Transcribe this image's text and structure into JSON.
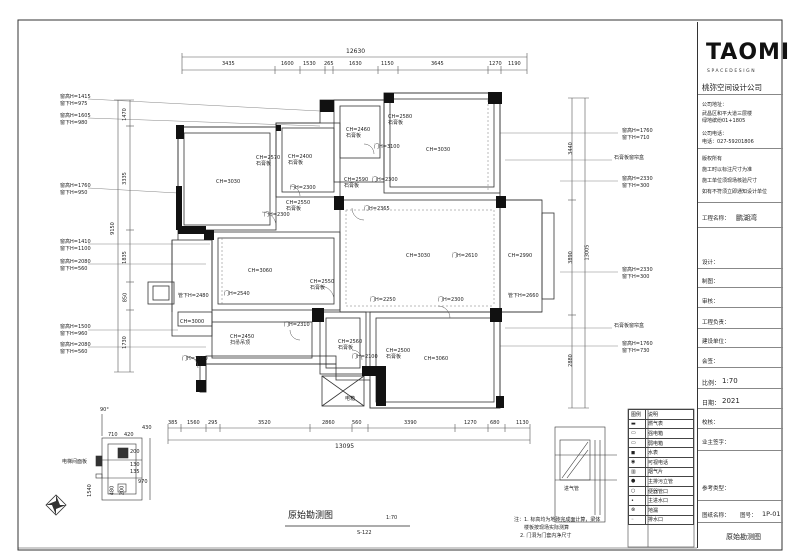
{
  "company": {
    "logo": "TAOMI",
    "logo_sub": "SPACEDESIGN",
    "name": "桃弥空间设计公司",
    "address_label": "公司地址：",
    "address_1": "武昌区和平大道三层楼",
    "address_2": "绿地缤纷01+1805",
    "phone_label": "公司电话：",
    "phone": "电话：027-59201806",
    "rights_label": "版权所有",
    "rights_1": "施工时以标注尺寸为准",
    "rights_2": "施工单位须现场核验尺寸",
    "rights_3": "如有不符须立即通知设计单位"
  },
  "fields": {
    "project_label": "工程名称：",
    "project_value": "鹏湖湾",
    "design_label": "设计：",
    "draw_label": "制图：",
    "review_label": "审核：",
    "lead_label": "工程负责：",
    "client_label": "建设单位：",
    "sign_label": "会签：",
    "scale_label": "比例：",
    "scale_value": "1:70",
    "date_label": "日期：",
    "date_value": "2021",
    "check_label": "校核：",
    "qty_label": "业主签字：",
    "ref_label": "参考类型：",
    "drawing_name_label": "图纸名称：",
    "drawing_no_label": "图号：",
    "drawing_no": "1P-01",
    "drawing_title": "原始勘测图"
  },
  "title": {
    "main": "原始勘测图",
    "scale": "1:70",
    "sub": "S-122"
  },
  "notes": {
    "n1": "注：1. 标高均为地砖完成面计算，梁体",
    "n2": "楼板按现场实际测算",
    "n3": "2. 门洞为门套内净尺寸"
  },
  "legend": {
    "header_a": "图例",
    "header_b": "说明",
    "items": [
      "燃气表",
      "强电箱",
      "弱电箱",
      "水表",
      "可视电话",
      "烟气片",
      "主排污立管",
      "便器管口",
      "主进水口",
      "地漏",
      "排水口"
    ]
  },
  "dims_top": {
    "total": "12630",
    "parts": [
      "3435",
      "1600",
      "1530",
      "265",
      "1630",
      "1150",
      "3645",
      "1270",
      "1190"
    ]
  },
  "dims_bottom": {
    "total": "13095",
    "parts": [
      "385",
      "1560",
      "295",
      "3520",
      "2860",
      "560",
      "3390",
      "1270",
      "680",
      "1130"
    ]
  },
  "dims_left": [
    "1470",
    "3335",
    "9150",
    "1835",
    "850",
    "1730"
  ],
  "dims_right": [
    "3440",
    "3890",
    "13005",
    "2880"
  ],
  "left_notes": [
    "窗高H=1415",
    "窗下H=975",
    "窗高H=1605",
    "窗下H=980",
    "窗高H=1760",
    "窗下H=950",
    "窗高H=1410",
    "窗下H=1100",
    "窗高H=2080",
    "窗下H=560",
    "窗高H=1500",
    "窗下H=960",
    "窗高H=2080",
    "窗下H=560"
  ],
  "right_notes": [
    "窗高H=1760",
    "窗下H=710",
    "石膏板窗帘盒",
    "窗高H=2330",
    "窗下H=300",
    "窗高H=2330",
    "窗下H=300",
    "石膏板窗帘盒",
    "窗高H=1760",
    "窗下H=730"
  ],
  "rooms": {
    "ch3030a": "CH=3030",
    "ch3030b": "CH=3030",
    "ch3030c": "CH=3030",
    "ch2990": "CH=2990",
    "ch3060a": "CH=3060",
    "ch3060b": "CH=3060",
    "ch3000": "CH=3000",
    "ch2460": "CH=2460",
    "ch2580": "CH=2580",
    "ch2570": "CH=2570",
    "ch2400": "CH=2400",
    "ch2590": "CH=2590",
    "ch2550a": "CH=2550",
    "ch2550b": "CH=2550",
    "ch2450": "CH=2450",
    "ch2560": "CH=2560",
    "ch2500": "CH=2500",
    "gypsum": "石膏板",
    "storage": "扫帚吊顶"
  },
  "doors": {
    "d3100": "门H=3100",
    "d2300a": "门H=2300",
    "d2300b": "门H=2300",
    "d2300c": "门H=2300",
    "d2365": "门H=2365",
    "d2480": "管下H=2480",
    "d2540": "门H=2540",
    "d2610": "门H=2610",
    "d2250": "门H=2250",
    "d2300d": "门H=2300",
    "d2660": "管下H=2660",
    "d2310": "门H=2310",
    "d2060": "门H=2060",
    "d2100": "门H=2100"
  },
  "small_plan": {
    "label": "电梯间面板",
    "d1": "90°",
    "dims": [
      "710",
      "420",
      "200",
      "1540",
      "130",
      "135",
      "480",
      "200",
      "970",
      "430"
    ],
    "b1": "进气管"
  },
  "other": {
    "elec": "电箱"
  }
}
